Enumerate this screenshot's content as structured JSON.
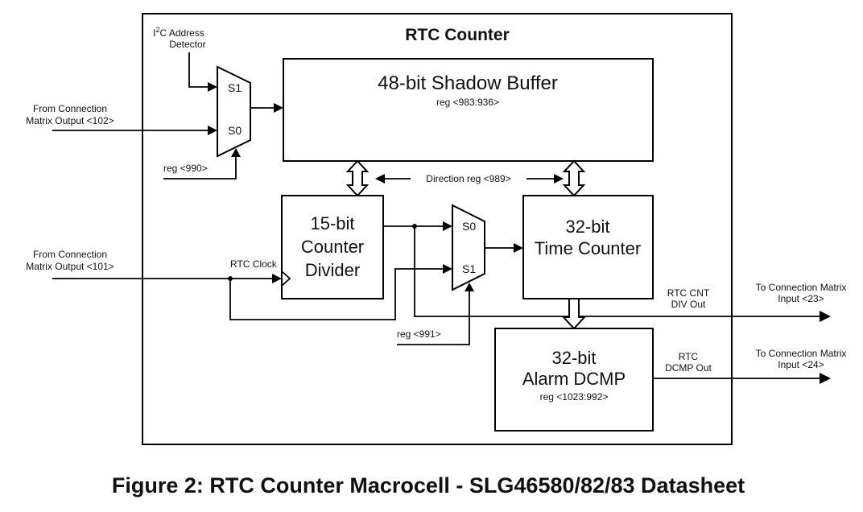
{
  "diagram": {
    "title": "RTC Counter",
    "caption": "Figure 2: RTC Counter Macrocell - SLG46580/82/83 Datasheet",
    "i2c_detector": {
      "line1": "I",
      "sup": "2",
      "line1_rest": "C Address",
      "line2": "Detector"
    },
    "mux_top": {
      "s1": "S1",
      "s0": "S0",
      "reg": "reg <990>"
    },
    "mux_bottom": {
      "s0": "S0",
      "s1": "S1",
      "reg": "reg <991>"
    },
    "shadow_buffer": {
      "label": "48-bit Shadow Buffer",
      "reg": "reg <983:936>"
    },
    "counter_divider": {
      "line1": "15-bit",
      "line2": "Counter",
      "line3": "Divider"
    },
    "time_counter": {
      "line1": "32-bit",
      "line2": "Time Counter"
    },
    "alarm_dcmp": {
      "line1": "32-bit",
      "line2": "Alarm DCMP",
      "reg": "reg <1023:992>"
    },
    "direction": "Direction reg <989>",
    "input_102": {
      "line1": "From Connection",
      "line2": "Matrix Output <102>"
    },
    "input_101": {
      "line1": "From Connection",
      "line2": "Matrix Output <101>"
    },
    "rtc_clock": "RTC Clock",
    "cnt_div_out": {
      "line1": "RTC CNT",
      "line2": "DIV Out"
    },
    "dcmp_out": {
      "line1": "RTC",
      "line2": "DCMP Out"
    },
    "output_23": {
      "line1": "To Connection Matrix",
      "line2": "Input <23>"
    },
    "output_24": {
      "line1": "To Connection Matrix",
      "line2": "Input <24>"
    }
  }
}
